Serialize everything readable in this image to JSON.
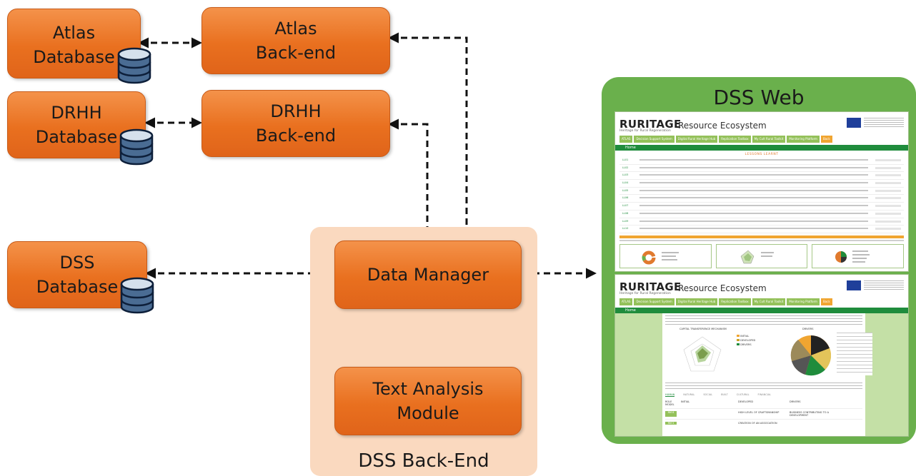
{
  "colors": {
    "orange": "#e9701f",
    "backend_panel": "#fad9bf",
    "web_panel": "#6ab04c",
    "arrow": "#111111"
  },
  "databases": [
    {
      "label": "Atlas\nDatabase",
      "icon": "database-icon"
    },
    {
      "label": "DRHH\nDatabase",
      "icon": "database-icon"
    },
    {
      "label": "DSS\nDatabase",
      "icon": "database-icon"
    }
  ],
  "backends": [
    {
      "label": "Atlas\nBack-end"
    },
    {
      "label": "DRHH\nBack-end"
    }
  ],
  "data_manager": {
    "label": "Data Manager"
  },
  "text_analysis": {
    "label": "Text Analysis\nModule"
  },
  "dss_backend": {
    "title": "DSS Back-End"
  },
  "dss_web": {
    "title": "DSS Web",
    "screens": [
      {
        "logo": "RURITAGE",
        "logo_sub": "Heritage for Rural Regeneration",
        "subtitle": "Resource Ecosystem",
        "nav": [
          "ATLAS",
          "Decision Support System",
          "Digital Rural Heritage Hub",
          "Replication Toolbox",
          "My Cult Rural Toolkit",
          "Monitoring Platform",
          "Back"
        ],
        "home": "Home",
        "section": "LESSONS LEARNT",
        "codes": [
          "LL01",
          "LL02",
          "LL03",
          "LL04",
          "LL05",
          "LL06",
          "LL07",
          "LL08",
          "LL09",
          "LL10"
        ]
      },
      {
        "logo": "RURITAGE",
        "logo_sub": "Heritage for Rural Regeneration",
        "subtitle": "Resource Ecosystem",
        "nav": [
          "ATLAS",
          "Decision Support System",
          "Digital Rural Heritage Hub",
          "Replication Toolbox",
          "My Cult Rural Toolkit",
          "Monitoring Platform",
          "Back"
        ],
        "home": "Home",
        "chart1": "CAPITAL TRANSFERENCE MECHANISM",
        "chart2": "DRIVERS",
        "legend1": [
          "INITIAL",
          "DEVELOPED",
          "DRIVERS"
        ],
        "tabs": [
          "HUMAN",
          "NATURAL",
          "SOCIAL",
          "BUILT",
          "CULTURAL",
          "FINANCIAL"
        ],
        "table_headers": [
          "ROLE MODEL",
          "INITIAL",
          "DEVELOPED",
          "DRIVERS"
        ],
        "table_rows": [
          [
            "RM 8",
            "",
            "HIGH LEVEL OF CRAFTSMANSHIP",
            "BUSINESS CONTRIBUTING TO A DEVELOPMENT"
          ],
          [
            "RM 5",
            "",
            "CREATION OF AN ASSOCIATION",
            ""
          ]
        ]
      }
    ]
  }
}
